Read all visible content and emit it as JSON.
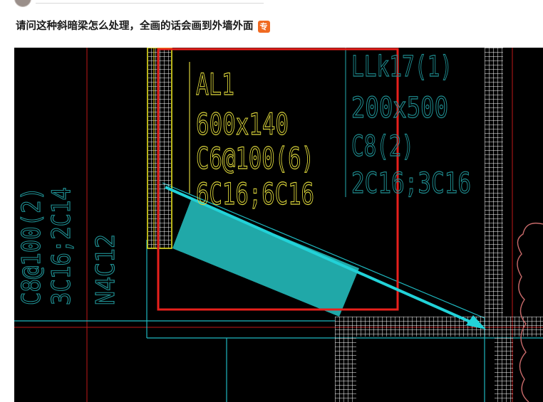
{
  "post": {
    "title": "请问这种斜暗梁怎么处理，全画的话会画到外墙外面",
    "badge": "专",
    "badge_color": "#f06a22"
  },
  "drawing": {
    "background": "#000000",
    "al_annotation": {
      "color": "#d8d23a",
      "lines": [
        "AL1",
        "600x140",
        "C6@100(6)",
        "6C16;6C16"
      ]
    },
    "llk_annotation": {
      "color": "#1f8f92",
      "lines": [
        "LLk17(1)",
        "200x500",
        "C8(2)",
        "2C16;3C16"
      ]
    },
    "left_annotation": {
      "color": "#1f8f92",
      "lines": [
        "C8@100(2)",
        "3C16;2C14",
        "N4C12"
      ]
    },
    "colors": {
      "red_outline": "#e8201c",
      "beam_fill": "#20a8a8",
      "arrow": "#22d2d8",
      "grid": "#ffffff",
      "wall_yellow": "#e6e020",
      "cyan_line": "#1fb8c0",
      "cloud": "#c86a6a"
    }
  }
}
